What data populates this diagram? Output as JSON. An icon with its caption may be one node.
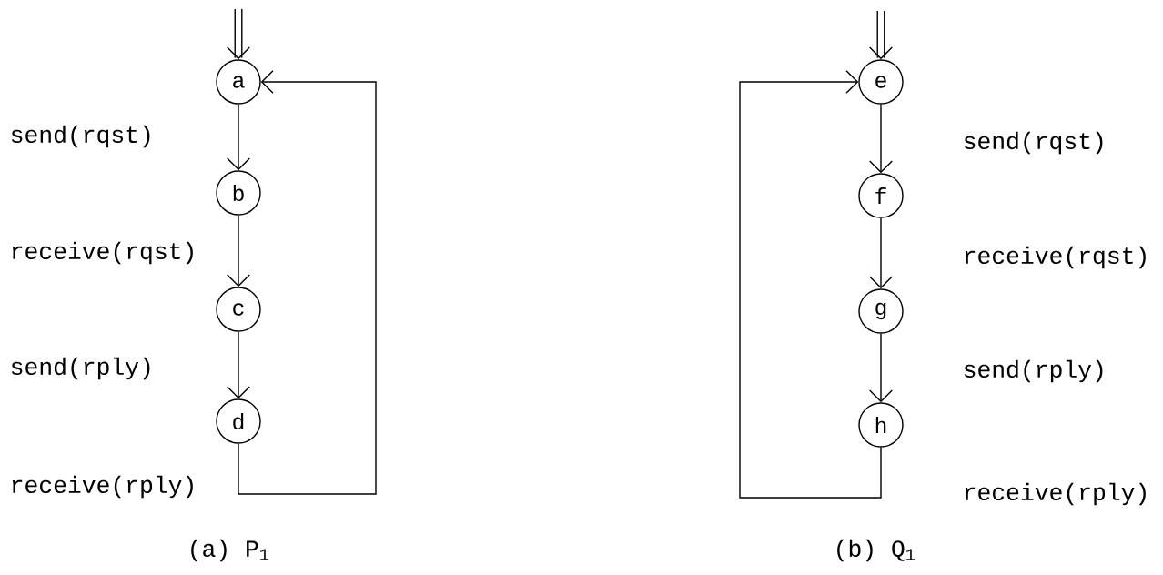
{
  "diagram": {
    "nodes": [
      {
        "text": [
          "a"
        ]
      },
      {
        "text": [
          "b"
        ]
      },
      {
        "text": [
          "c"
        ]
      },
      {
        "text": [
          "d"
        ]
      },
      {
        "text": [
          "e"
        ]
      },
      {
        "text": [
          "f"
        ]
      },
      {
        "text": [
          "g"
        ]
      },
      {
        "text": [
          "h"
        ]
      }
    ],
    "edges": [
      {
        "from": null,
        "to": 0,
        "arrow": "to",
        "style": "thick"
      },
      {
        "from": 0,
        "to": 1,
        "arrow": "to",
        "label": "send(rqst)"
      },
      {
        "from": 1,
        "to": 2,
        "arrow": "to",
        "label": "receive(rqst)"
      },
      {
        "from": 2,
        "to": 3,
        "arrow": "to",
        "label": "send(rply)"
      },
      {
        "from": 3,
        "to": 0,
        "arrow": "to",
        "label": "receive(rply)"
      },
      {
        "from": null,
        "to": 4,
        "arrow": "to",
        "style": "thick"
      },
      {
        "from": 4,
        "to": 5,
        "arrow": "to",
        "label": "send(rqst)"
      },
      {
        "from": 5,
        "to": 6,
        "arrow": "to",
        "label": "receive(rqst)"
      },
      {
        "from": 6,
        "to": 7,
        "arrow": "to",
        "label": "send(rply)"
      },
      {
        "from": 7,
        "to": 4,
        "arrow": "to",
        "label": "receive(rply)"
      }
    ],
    "labels": [
      "(a)  P$_{1}$",
      "(b)  Q$_{1}$"
    ]
  }
}
